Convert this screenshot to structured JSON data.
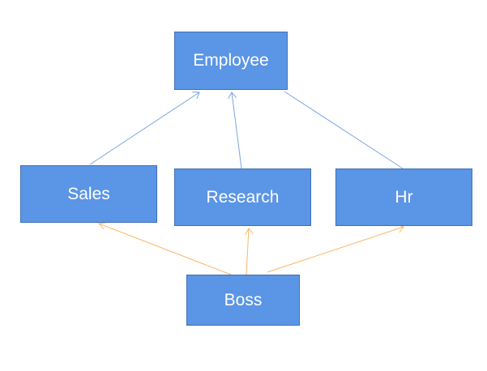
{
  "diagram": {
    "nodes": {
      "employee": {
        "label": "Employee"
      },
      "sales": {
        "label": "Sales"
      },
      "research": {
        "label": "Research"
      },
      "hr": {
        "label": "Hr"
      },
      "boss": {
        "label": "Boss"
      }
    },
    "edges": [
      {
        "from": "sales",
        "to": "employee",
        "color": "#7aa6de"
      },
      {
        "from": "research",
        "to": "employee",
        "color": "#7aa6de"
      },
      {
        "from": "hr",
        "to": "employee",
        "color": "#7aa6de"
      },
      {
        "from": "boss",
        "to": "sales",
        "color": "#f7b865"
      },
      {
        "from": "boss",
        "to": "research",
        "color": "#f7b865"
      },
      {
        "from": "boss",
        "to": "hr",
        "color": "#f7b865"
      }
    ]
  }
}
